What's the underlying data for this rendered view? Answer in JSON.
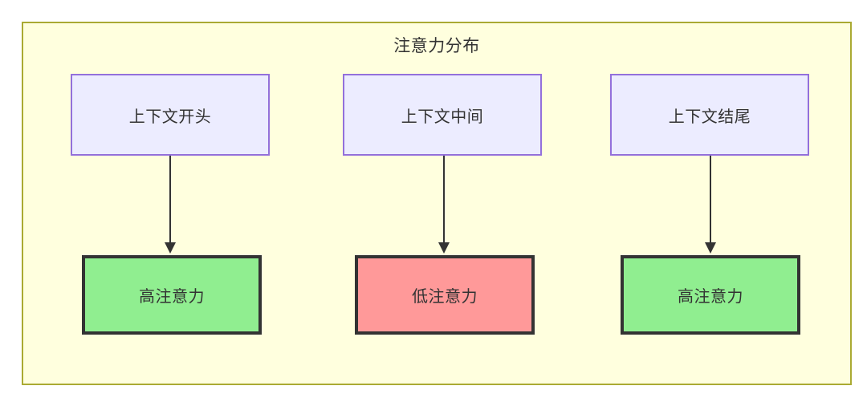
{
  "diagram": {
    "title": "注意力分布",
    "colors": {
      "container_bg": "#ffffde",
      "container_border": "#aaaa33",
      "context_bg": "#ececff",
      "context_border": "#9370db",
      "high_attention_bg": "#90ee90",
      "low_attention_bg": "#ff9999",
      "node_border_dark": "#333333",
      "text": "#333333"
    },
    "context_nodes": [
      {
        "id": "ctx-start",
        "label": "上下文开头"
      },
      {
        "id": "ctx-middle",
        "label": "上下文中间"
      },
      {
        "id": "ctx-end",
        "label": "上下文结尾"
      }
    ],
    "attention_nodes": [
      {
        "id": "att-start",
        "label": "高注意力",
        "level": "high"
      },
      {
        "id": "att-middle",
        "label": "低注意力",
        "level": "low"
      },
      {
        "id": "att-end",
        "label": "高注意力",
        "level": "high"
      }
    ],
    "edges": [
      {
        "from": "ctx-start",
        "to": "att-start"
      },
      {
        "from": "ctx-middle",
        "to": "att-middle"
      },
      {
        "from": "ctx-end",
        "to": "att-end"
      }
    ]
  }
}
